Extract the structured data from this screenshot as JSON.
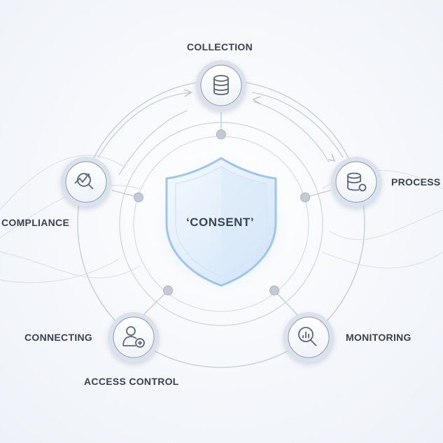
{
  "center": {
    "label": "‘CONSENT’",
    "icon": "shield-icon"
  },
  "nodes": [
    {
      "id": "collection",
      "label": "COLLECTION",
      "icon": "database-icon"
    },
    {
      "id": "process",
      "label": "PROCESS",
      "icon": "database-settings-icon"
    },
    {
      "id": "monitoring",
      "label": "MONITORING",
      "icon": "analytics-search-icon"
    },
    {
      "id": "access",
      "label": "ACCESS CONTROL",
      "icon": "add-user-icon"
    },
    {
      "id": "compliance",
      "label": "COMPLIANCE",
      "icon": "trend-search-icon"
    }
  ],
  "extra_labels": {
    "connecting": "CONNECTING"
  },
  "colors": {
    "ring": "#c9d2de",
    "node_border": "#8e9cb0",
    "icon": "#5a6678",
    "shield_glow": "#9cc6f2",
    "text": "#3a4150"
  }
}
